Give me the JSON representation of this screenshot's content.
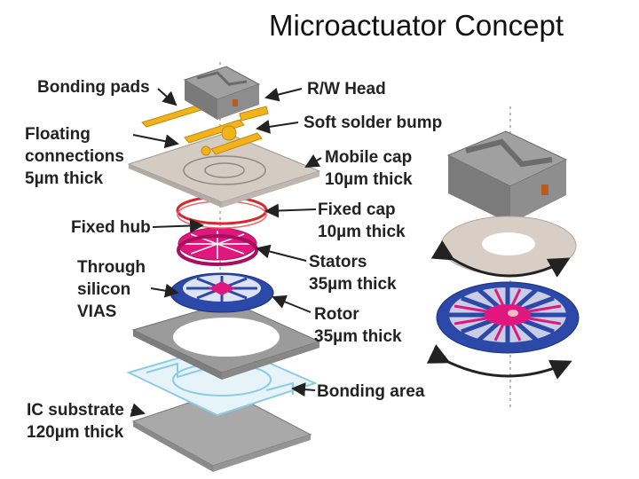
{
  "title": "Microactuator Concept",
  "labels": {
    "bonding_pads": [
      "Bonding pads"
    ],
    "floating": [
      "Floating",
      "connections",
      "5µm thick"
    ],
    "fixed_hub": [
      "Fixed hub"
    ],
    "through_silicon": [
      "Through",
      "silicon",
      "VIAS"
    ],
    "ic_substrate": [
      "IC substrate",
      "120µm thick"
    ],
    "rw_head": [
      "R/W Head"
    ],
    "solder_bump": [
      "Soft solder bump"
    ],
    "mobile_cap": [
      "Mobile cap",
      "10µm thick"
    ],
    "fixed_cap": [
      "Fixed cap",
      "10µm thick"
    ],
    "stators": [
      "Stators",
      "35µm thick"
    ],
    "rotor": [
      "Rotor",
      "35µm thick"
    ],
    "bonding_area": [
      "Bonding area"
    ]
  },
  "colors": {
    "gray_block": "#8f8f8f",
    "gold": "#f2b21c",
    "magenta": "#e0187e",
    "blue": "#2c48a8",
    "red": "#d8282e",
    "tan": "#cfc5bd",
    "light_blue": "#bfe3f2"
  }
}
